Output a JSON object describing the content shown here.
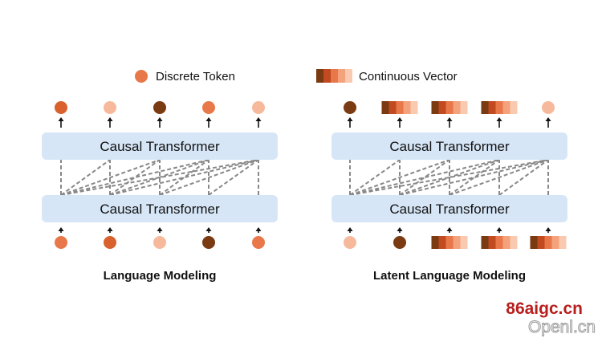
{
  "legend": {
    "discrete_label": "Discrete Token",
    "continuous_label": "Continuous Vector"
  },
  "colors": {
    "box": "#d6e6f7",
    "arrow": "#111111",
    "dash": "#888888",
    "dark": "#7a3a12",
    "mid": "#d9612d",
    "orange": "#e8784a",
    "light": "#f6b99c",
    "vector_stripes": [
      "#7a3a12",
      "#c24a20",
      "#e8784a",
      "#f3a27c",
      "#f9c9b0"
    ]
  },
  "panels": [
    {
      "title": "Language Modeling",
      "top_box_label": "Causal Transformer",
      "bottom_box_label": "Causal Transformer",
      "outputs": [
        "mid",
        "light",
        "dark",
        "orange",
        "light"
      ],
      "inputs": [
        "orange",
        "mid",
        "light",
        "dark",
        "orange"
      ]
    },
    {
      "title": "Latent Language Modeling",
      "top_box_label": "Causal Transformer",
      "bottom_box_label": "Causal Transformer",
      "outputs": [
        "dark",
        "vector",
        "vector",
        "vector",
        "light"
      ],
      "inputs": [
        "light",
        "dark",
        "vector",
        "vector",
        "vector"
      ]
    }
  ],
  "watermark": {
    "line1": "86aigc.cn",
    "line2": "Openl.cn"
  }
}
